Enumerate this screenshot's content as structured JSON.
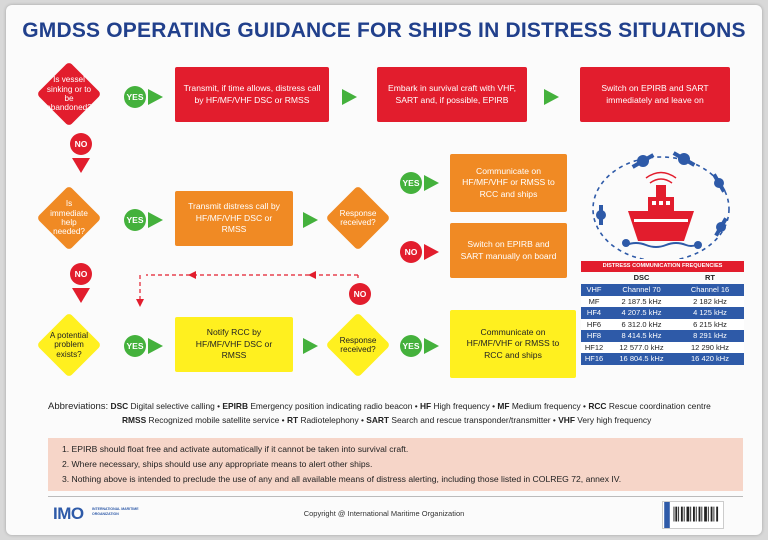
{
  "title": "GMDSS OPERATING GUIDANCE FOR SHIPS IN DISTRESS SITUATIONS",
  "row1": {
    "question": "Is vessel sinking or to be abandoned?",
    "yes": "YES",
    "no": "NO",
    "step1": "Transmit, if time allows, distress call by HF/MF/VHF DSC or RMSS",
    "step2": "Embark in survival craft with VHF, SART and, if possible, EPIRB",
    "step3": "Switch on EPIRB and SART immediately and leave on"
  },
  "row2": {
    "question": "Is immediate help needed?",
    "yes": "YES",
    "no": "NO",
    "step1": "Transmit distress call by HF/MF/VHF DSC or RMSS",
    "response": "Response received?",
    "resp_yes": "YES",
    "resp_no": "NO",
    "yes_action": "Communicate on HF/MF/VHF or RMSS to RCC and ships",
    "no_action": "Switch on EPIRB and SART manually on board"
  },
  "row3": {
    "question": "A potential problem exists?",
    "yes": "YES",
    "step1": "Notify RCC by HF/MF/VHF DSC or RMSS",
    "response": "Response received?",
    "resp_yes": "YES",
    "resp_no": "NO",
    "yes_action": "Communicate on HF/MF/VHF or RMSS to RCC and ships"
  },
  "frequencies": {
    "heading": "DISTRESS COMMUNICATION FREQUENCIES",
    "col_dsc": "DSC",
    "col_rt": "RT",
    "rows": [
      {
        "band": "VHF",
        "dsc": "Channel 70",
        "rt": "Channel 16"
      },
      {
        "band": "MF",
        "dsc": "2 187.5 kHz",
        "rt": "2 182 kHz"
      },
      {
        "band": "HF4",
        "dsc": "4 207.5 kHz",
        "rt": "4 125 kHz"
      },
      {
        "band": "HF6",
        "dsc": "6 312.0 kHz",
        "rt": "6 215 kHz"
      },
      {
        "band": "HF8",
        "dsc": "8 414.5 kHz",
        "rt": "8 291 kHz"
      },
      {
        "band": "HF12",
        "dsc": "12 577.0 kHz",
        "rt": "12 290 kHz"
      },
      {
        "band": "HF16",
        "dsc": "16 804.5 kHz",
        "rt": "16 420 kHz"
      }
    ]
  },
  "abbreviations": {
    "label": "Abbreviations:",
    "items": [
      {
        "code": "DSC",
        "text": "Digital selective calling"
      },
      {
        "code": "EPIRB",
        "text": "Emergency position indicating radio beacon"
      },
      {
        "code": "HF",
        "text": "High frequency"
      },
      {
        "code": "MF",
        "text": "Medium frequency"
      },
      {
        "code": "RCC",
        "text": "Rescue coordination centre"
      },
      {
        "code": "RMSS",
        "text": "Recognized mobile satellite service"
      },
      {
        "code": "RT",
        "text": "Radiotelephony"
      },
      {
        "code": "SART",
        "text": "Search and rescue transponder/transmitter"
      },
      {
        "code": "VHF",
        "text": "Very high frequency"
      }
    ]
  },
  "notes": [
    "1.  EPIRB should float free and activate automatically if it cannot be taken into survival craft.",
    "2.  Where necessary, ships should use any appropriate means to alert other ships.",
    "3.  Nothing above is intended to preclude the use of any and all available means of distress alerting, including those listed in COLREG 72, annex IV."
  ],
  "footer": {
    "logo": "IMO",
    "logo_sub": "INTERNATIONAL MARITIME ORGANIZATION",
    "copyright": "Copyright @ International Maritime Organization"
  },
  "colors": {
    "title": "#21408c",
    "red": "#e21d2d",
    "orange": "#f08a24",
    "yellow": "#fff01f",
    "yes_green": "#44b13c",
    "table_blue": "#2e5aa8",
    "notes_bg": "#f6d5c8"
  }
}
